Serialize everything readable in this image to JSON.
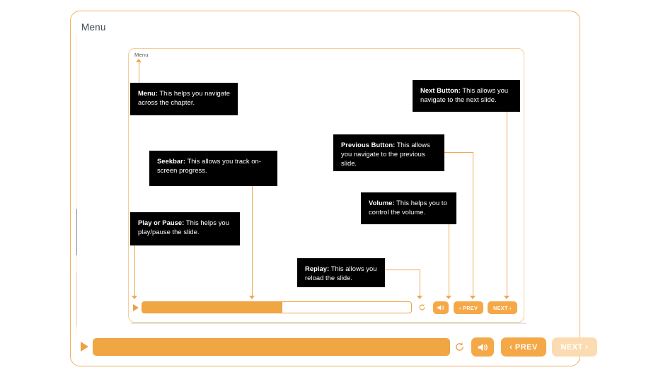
{
  "page": {
    "title": "Menu",
    "inner_panel_label": "Menu"
  },
  "colors": {
    "accent": "#f5a847",
    "accent_line": "#f0a952",
    "accent_fill": "#f0a643",
    "frame_border": "#f0b264",
    "inner_frame_border": "#f3cf9b",
    "callout_bg": "#000000",
    "callout_text": "#ffffff",
    "disabled_button": "#fbdcb2",
    "title_text": "#3d4852"
  },
  "callouts": [
    {
      "id": "menu",
      "term": "Menu:",
      "text": " This helps you navigate across the chapter."
    },
    {
      "id": "next-button",
      "term": "Next Button:",
      "text": " This allows you navigate to the next slide."
    },
    {
      "id": "previous-button",
      "term": "Previous Button:",
      "text": "  This allows you navigate to the previous slide."
    },
    {
      "id": "seekbar",
      "term": "Seekbar:",
      "text": " This allows you track on-screen progress."
    },
    {
      "id": "volume",
      "term": "Volume:",
      "text": " This helps you to control the volume."
    },
    {
      "id": "play-pause",
      "term": "Play or Pause:",
      "text": " This helps you play/pause the slide."
    },
    {
      "id": "replay",
      "term": "Replay:",
      "text": " This allows you reload the slide."
    }
  ],
  "inner_controls": {
    "play_icon": "play-icon",
    "seek_progress_percent": 52,
    "replay_icon": "replay-icon",
    "volume_icon": "volume-icon",
    "prev_label": "‹ PREV",
    "next_label": "NEXT ›"
  },
  "bottom_controls": {
    "play_icon": "play-icon",
    "seek_progress_percent": 100,
    "replay_icon": "replay-icon",
    "volume_icon": "volume-icon",
    "prev_label": "‹ PREV",
    "next_label": "NEXT ›",
    "next_state": "disabled"
  }
}
